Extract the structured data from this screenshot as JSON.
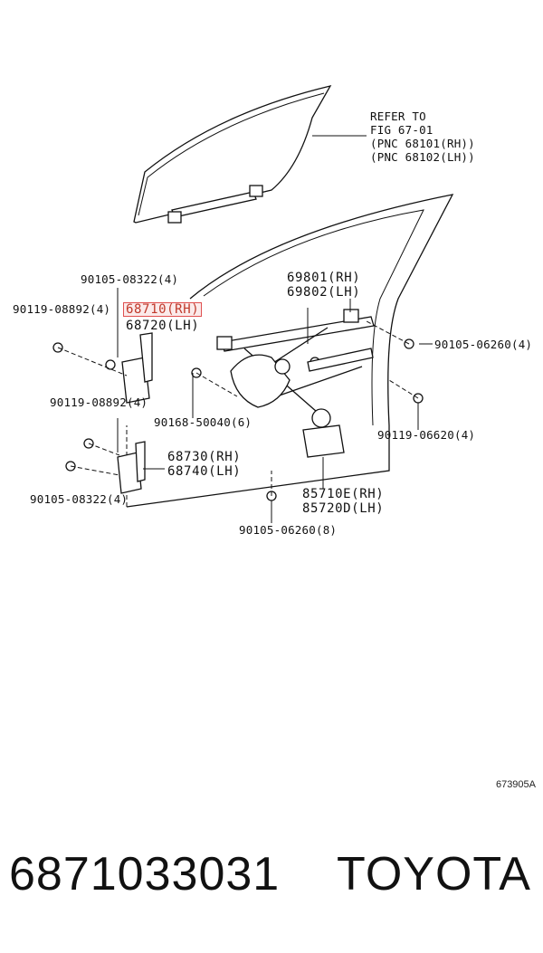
{
  "refer": {
    "line1": "REFER TO",
    "line2": "FIG 67-01",
    "line3": "(PNC  68101(RH))",
    "line4": "(PNC  68102(LH))"
  },
  "callouts": {
    "c1": "90105-08322(4)",
    "c2": "90119-08892(4)",
    "c3_rh": "68710(RH)",
    "c3_lh": "68720(LH)",
    "c4_rh": "69801(RH)",
    "c4_lh": "69802(LH)",
    "c5": "90105-06260(4)",
    "c6": "90119-08892(4)",
    "c7": "90168-50040(6)",
    "c8": "90119-06620(4)",
    "c9_rh": "68730(RH)",
    "c9_lh": "68740(LH)",
    "c10": "90105-08322(4)",
    "c11_rh": "85710E(RH)",
    "c11_lh": "85720D(LH)",
    "c12": "90105-06260(8)"
  },
  "highlight_color": "#e05050",
  "figure_code": "673905A",
  "footer": {
    "part_number": "6871033031",
    "brand": "TOYOTA"
  }
}
